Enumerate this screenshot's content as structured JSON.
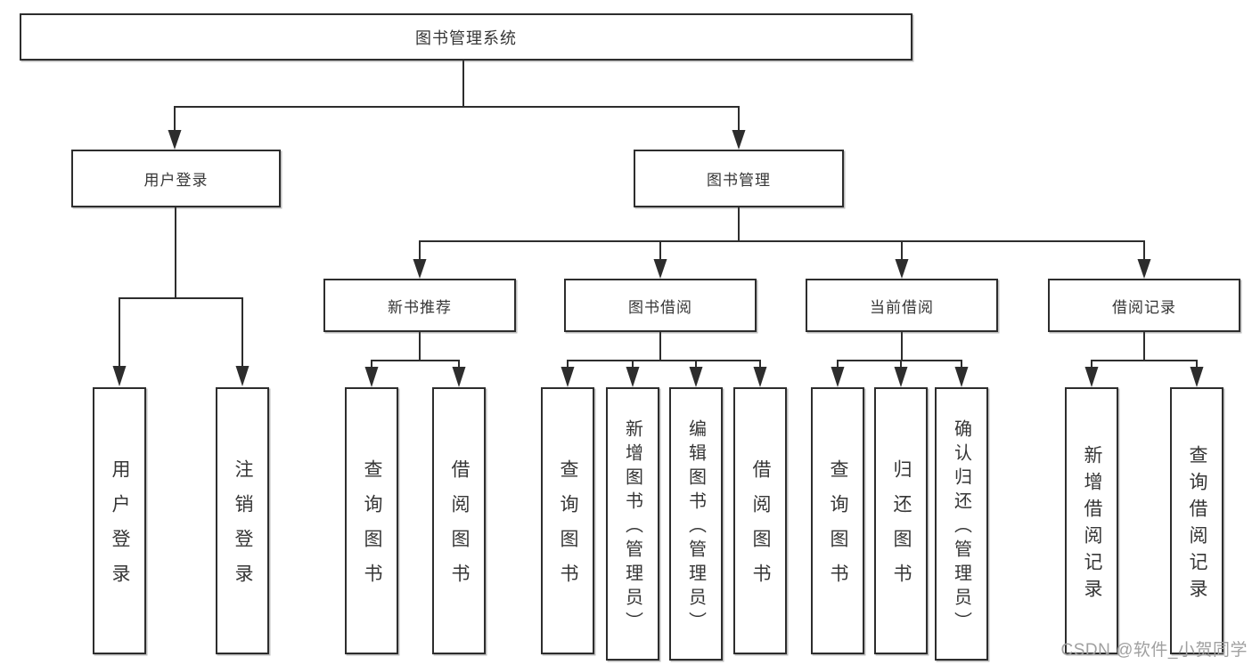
{
  "diagram": {
    "root": {
      "label": "图书管理系统"
    },
    "user_login": {
      "label": "用户登录",
      "children": [
        {
          "label": "用户登录"
        },
        {
          "label": "注销登录"
        }
      ]
    },
    "book_management": {
      "label": "图书管理",
      "children": [
        {
          "label": "新书推荐",
          "children": [
            {
              "label": "查询图书"
            },
            {
              "label": "借阅图书"
            }
          ]
        },
        {
          "label": "图书借阅",
          "children": [
            {
              "label": "查询图书"
            },
            {
              "label": "新增图书（管理员）"
            },
            {
              "label": "编辑图书（管理员）"
            },
            {
              "label": "借阅图书"
            }
          ]
        },
        {
          "label": "当前借阅",
          "children": [
            {
              "label": "查询图书"
            },
            {
              "label": "归还图书"
            },
            {
              "label": "确认归还（管理员）"
            }
          ]
        },
        {
          "label": "借阅记录",
          "children": [
            {
              "label": "新增借阅记录"
            },
            {
              "label": "查询借阅记录"
            }
          ]
        }
      ]
    }
  },
  "watermark": {
    "text": "CSDN @软件_小贺同学"
  },
  "colors": {
    "line": "#2d2d2d",
    "box_border": "#2d2d2d",
    "text": "#363636",
    "watermark": "#a0a0a0",
    "background": "#ffffff"
  }
}
